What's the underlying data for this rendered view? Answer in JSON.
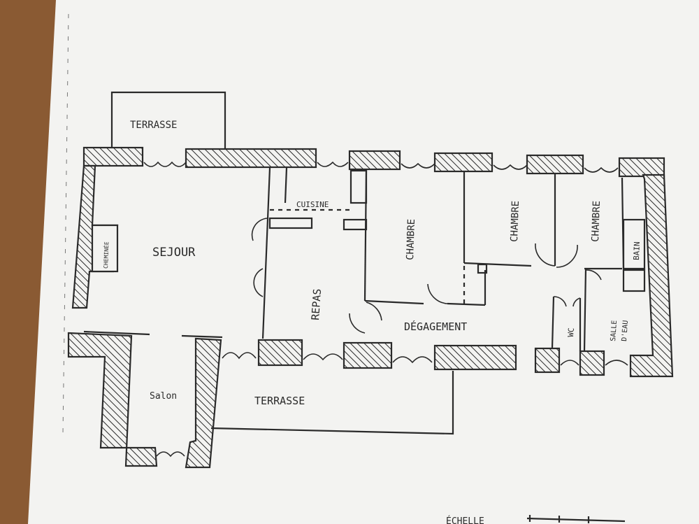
{
  "plan": {
    "rooms": {
      "terrasse_north": "TERRASSE",
      "sejour": "SEJOUR",
      "cheminee": "CHEMINÉE",
      "cuisine": "CUISINE",
      "repas": "REPAS",
      "chambre_1": "CHAMBRE",
      "chambre_2": "CHAMBRE",
      "chambre_3": "CHAMBRE",
      "bain": "BAIN",
      "salle_deau_line1": "SALLE",
      "salle_deau_line2": "D'EAU",
      "wc": "WC",
      "degagement": "DÉGAGEMENT",
      "salon": "Salon",
      "terrasse_south": "TERRASSE"
    },
    "footer_text": "ÉCHELLE"
  },
  "colors": {
    "paper": "#f3f3f1",
    "ink": "#2a2a2a",
    "table": "#8a5a33"
  }
}
